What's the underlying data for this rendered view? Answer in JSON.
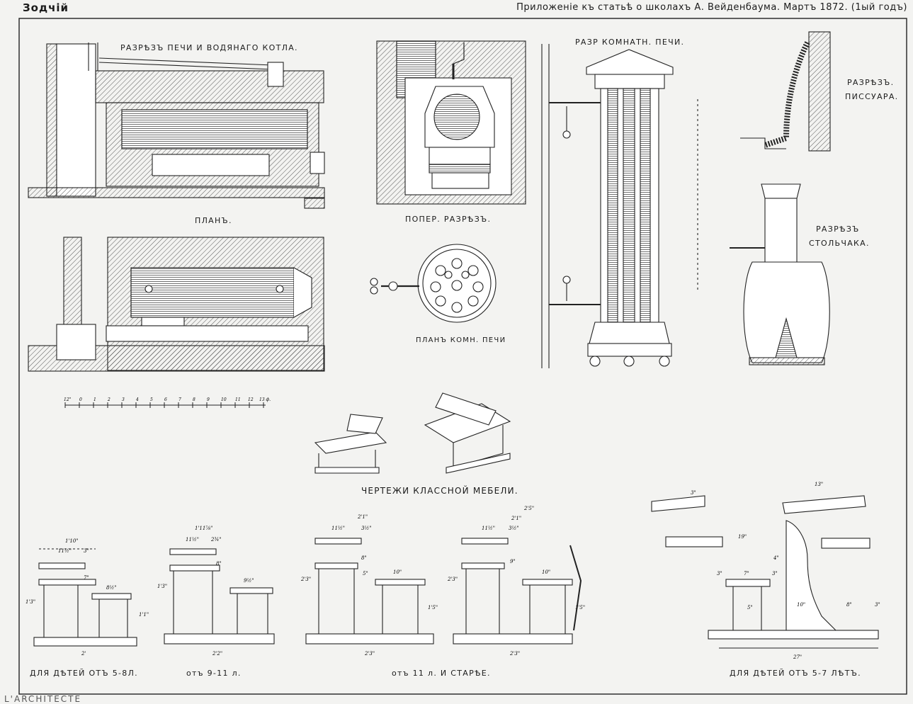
{
  "header": {
    "journal": "Зодчій",
    "subtitle": "Приложеніе къ статьѣ о школахъ А. Вейденбаума.  Мартъ 1872. (1ый годъ)"
  },
  "captions": {
    "stove_boiler": "РАЗРѢЗЪ ПЕЧИ И ВОДЯНАГО КОТЛА.",
    "plan": "ПЛАНЪ.",
    "cross_section": "ПОПЕР. РАЗРѢЗЪ.",
    "room_stove_plan": "ПЛАНЪ КОМН. ПЕЧИ",
    "room_stove_section": "РАЗР КОМНАТН. ПЕЧИ.",
    "urinal_1": "РАЗРѢЗЪ.",
    "urinal_2": "ПИССУАРА.",
    "toilet_1": "РАЗРѢЗЪ",
    "toilet_2": "СТОЛЬЧАКА.",
    "furniture": "ЧЕРТЕЖИ КЛАССНОЙ МЕБЕЛИ.",
    "desk_5_8": "ДЛЯ ДѢТЕЙ ОТЪ 5-8Л.",
    "desk_9_11": "отъ 9-11 л.",
    "desk_11_up": "отъ 11 л. И СТАРѢЕ.",
    "desk_5_7": "ДЛЯ ДѢТЕЙ ОТЪ 5-7 ЛѢТЪ."
  },
  "scale": {
    "labels": [
      "12\"",
      "0",
      "1",
      "2",
      "3",
      "4",
      "5",
      "6",
      "7",
      "8",
      "9",
      "10",
      "11",
      "12",
      "13 ф."
    ]
  },
  "dimensions": {
    "desk1": [
      "1'10\"",
      "11½\"",
      "3\"",
      "7\"",
      "8½\"",
      "1'3\"",
      "1'1\"",
      "2'"
    ],
    "desk2": [
      "1'11⅞\"",
      "11½\"",
      "2¾\"",
      "9½\"",
      "8\"",
      "1'3\"",
      "2'2\""
    ],
    "desk3": [
      "2'1\"",
      "11½\"",
      "3½\"",
      "10\"",
      "8\"",
      "5\"",
      "2'3\"",
      "1'5\"",
      "2'3\""
    ],
    "desk4": [
      "2'5\"",
      "2'1\"",
      "11½\"",
      "3½\"",
      "10\"",
      "9\"",
      "2'3\"",
      "1'5\"",
      "2'3\""
    ],
    "desk5": [
      "13\"",
      "3\"",
      "19\"",
      "4\"",
      "3\"",
      "7\"",
      "3\"",
      "5\"",
      "10\"",
      "8\"",
      "3\"",
      "27\""
    ]
  },
  "footer": {
    "text": "L'ARCHITECTE"
  }
}
